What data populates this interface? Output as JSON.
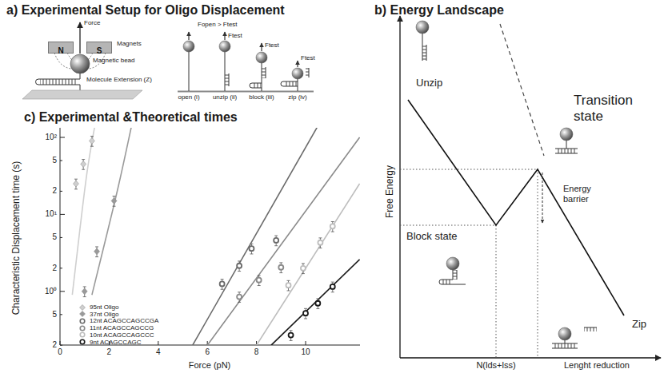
{
  "diagram": {
    "nodes": [
      {
        "text": [
          "N"
        ]
      },
      {
        "text": [
          "S"
        ]
      }
    ],
    "labels": [
      "a) Experimental Setup for Oligo Displacement",
      "b) Energy Landscape",
      "c) Experimental &Theoretical times",
      "Force",
      "Magnets",
      "Magnetic bead",
      "Molecule Extension (Z)",
      "Fopen > Ftest",
      "Ftest",
      "Ftest",
      "Ftest",
      "open (i)",
      "unzip (ii)",
      "block (iii)",
      "zip (iv)",
      "Free Energy",
      "Unzip",
      "Transition state",
      "Energy barrier",
      "Block state",
      "Zip",
      "N(lds+lss)",
      "Lenght reduction",
      "Characteristic Displacement time (s)",
      "Force (pN)",
      "10²",
      "5",
      "2",
      "10¹",
      "5",
      "2",
      "10⁰",
      "5",
      "2",
      "0",
      "2",
      "4",
      "6",
      "8",
      "10"
    ],
    "legend": [
      {
        "text": "95nt Oligo"
      },
      {
        "text": "37nt Oligo"
      },
      {
        "text": "12nt ACAGCCAGCCGA"
      },
      {
        "text": "11nt ACAGCCAGCCG"
      },
      {
        "text": "10nt ACAGCCAGCCC"
      },
      {
        "text": "9nt ACAGCCAGC"
      }
    ]
  }
}
